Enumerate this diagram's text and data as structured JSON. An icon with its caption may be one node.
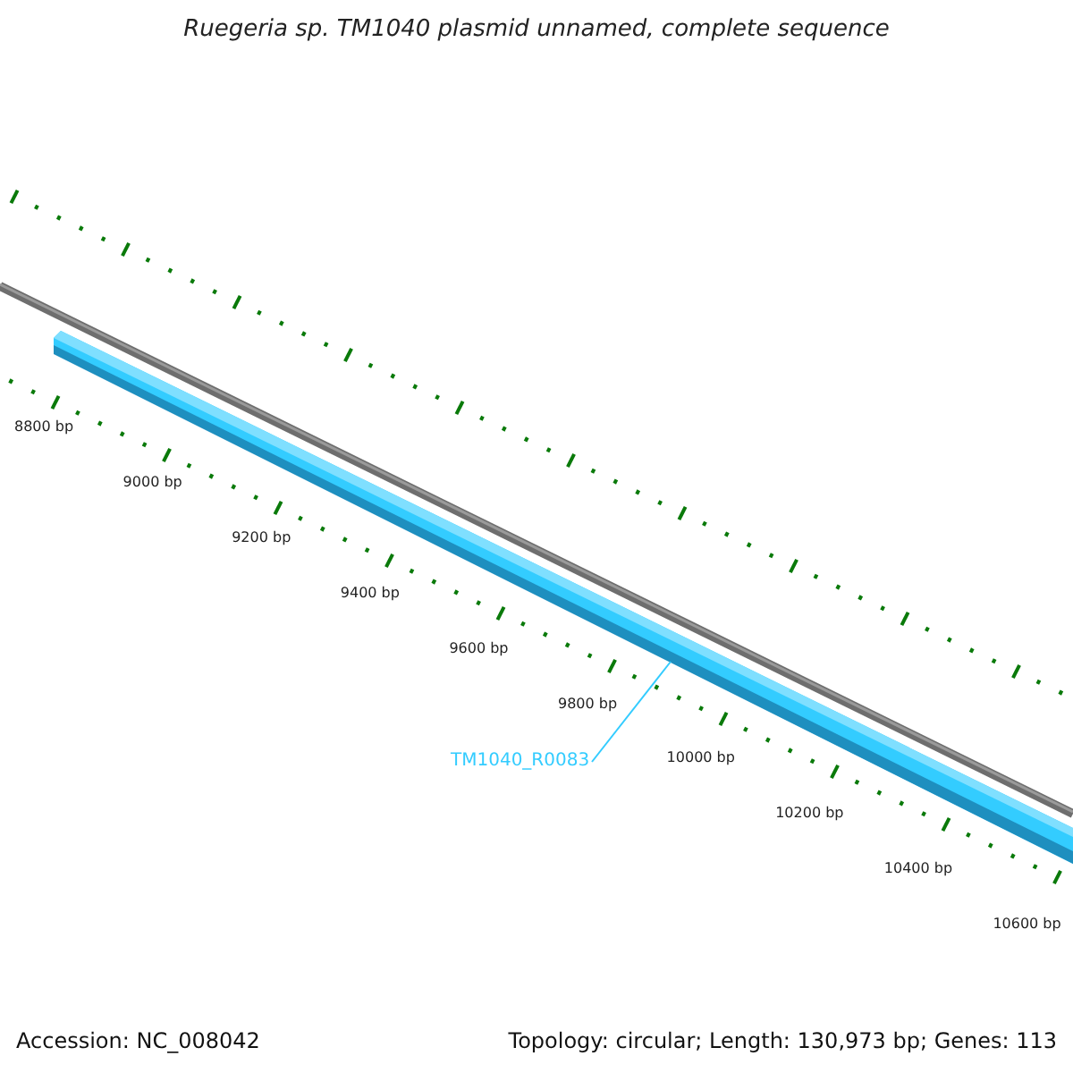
{
  "diagram": {
    "title": "Ruegeria sp. TM1040 plasmid unnamed, complete sequence",
    "nodes": [
      {
        "text": [
          "TM1040_R0083"
        ]
      },
      {
        "text": [],
        "shape": "bar"
      }
    ],
    "edges": [
      {
        "from": 0,
        "to": 1,
        "arrow": "none"
      }
    ],
    "labels": [
      "8800 bp",
      "9000 bp",
      "9200 bp",
      "9400 bp",
      "9600 bp",
      "9800 bp",
      "10000 bp",
      "10200 bp",
      "10400 bp",
      "10600 bp",
      "Accession: NC_008042",
      "Topology: circular; Length: 130,973 bp; Genes: 113"
    ]
  }
}
